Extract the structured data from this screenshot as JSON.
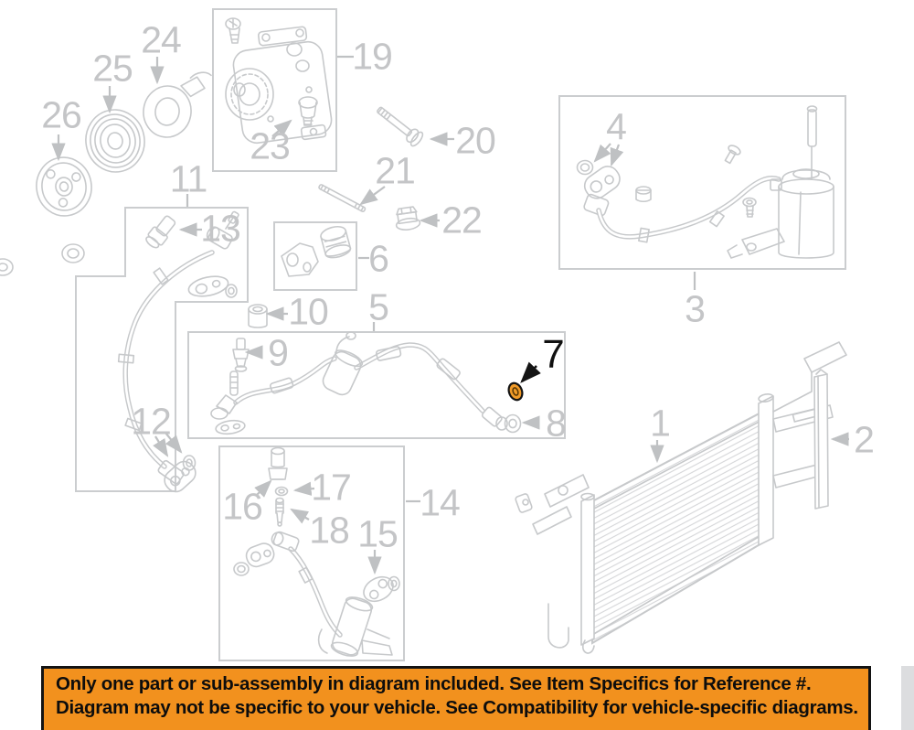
{
  "diagram": {
    "type": "auto-ac-parts-diagram",
    "highlighted_part": "7",
    "colors": {
      "artwork_gray": "#c7c9cb",
      "box_gray": "#cbcdcf",
      "label_gray": "#c4c5c7",
      "highlight_label": "#101010",
      "highlight_oring_fill": "#f09a28",
      "highlight_oring_stroke": "#141414",
      "banner_background": "#f2911e",
      "banner_border": "#131313",
      "banner_text": "#0d0d0d"
    },
    "labels": [
      {
        "part": "1",
        "text": "1"
      },
      {
        "part": "2",
        "text": "2"
      },
      {
        "part": "3",
        "text": "3"
      },
      {
        "part": "4",
        "text": "4"
      },
      {
        "part": "5",
        "text": "5"
      },
      {
        "part": "6",
        "text": "6"
      },
      {
        "part": "7",
        "text": "7",
        "highlighted": true
      },
      {
        "part": "8",
        "text": "8"
      },
      {
        "part": "9",
        "text": "9"
      },
      {
        "part": "10",
        "text": "10"
      },
      {
        "part": "11",
        "text": "11"
      },
      {
        "part": "12",
        "text": "12"
      },
      {
        "part": "13",
        "text": "13"
      },
      {
        "part": "14",
        "text": "14"
      },
      {
        "part": "15",
        "text": "15"
      },
      {
        "part": "16",
        "text": "16"
      },
      {
        "part": "17",
        "text": "17"
      },
      {
        "part": "18",
        "text": "18"
      },
      {
        "part": "19",
        "text": "19"
      },
      {
        "part": "20",
        "text": "20"
      },
      {
        "part": "21",
        "text": "21"
      },
      {
        "part": "22",
        "text": "22"
      },
      {
        "part": "23",
        "text": "23"
      },
      {
        "part": "24",
        "text": "24"
      },
      {
        "part": "25",
        "text": "25"
      },
      {
        "part": "26",
        "text": "26"
      }
    ]
  },
  "banner": {
    "line1": "Only one part or sub-assembly in diagram included. See Item Specifics for Reference #.",
    "line2": "Diagram may not be specific to your vehicle. See Compatibility for vehicle-specific diagrams."
  }
}
